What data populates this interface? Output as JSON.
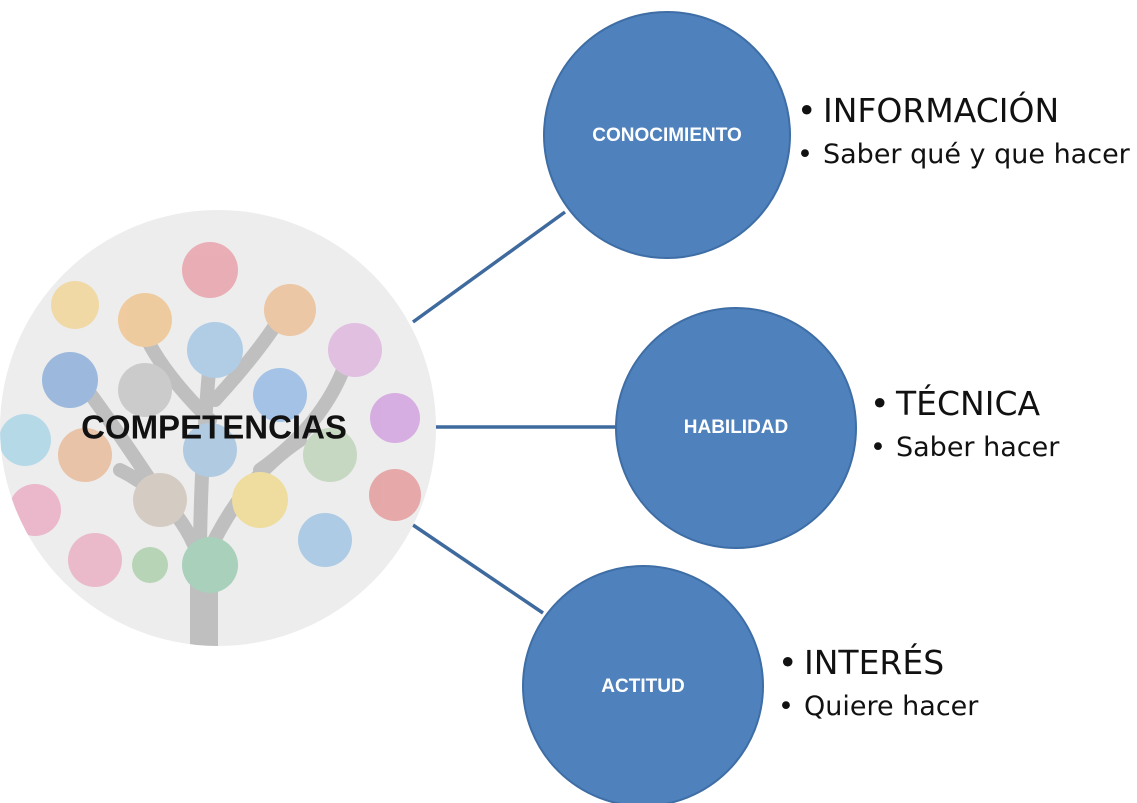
{
  "diagram": {
    "center": {
      "label": "COMPETENCIAS"
    },
    "nodes": [
      {
        "label": "CONOCIMIENTO",
        "items": [
          "INFORMACIÓN",
          "Saber qué y que hacer"
        ]
      },
      {
        "label": "HABILIDAD",
        "items": [
          "TÉCNICA",
          "Saber hacer"
        ]
      },
      {
        "label": "ACTITUD",
        "items": [
          "INTERÉS",
          "Quiere hacer"
        ]
      }
    ]
  },
  "colors": {
    "node_fill": "#4f81bd",
    "node_stroke": "#3e6ea5",
    "connector": "#3f6a9e",
    "center_bg": "#ededed",
    "tree_trunk": "#9a9a9a"
  }
}
